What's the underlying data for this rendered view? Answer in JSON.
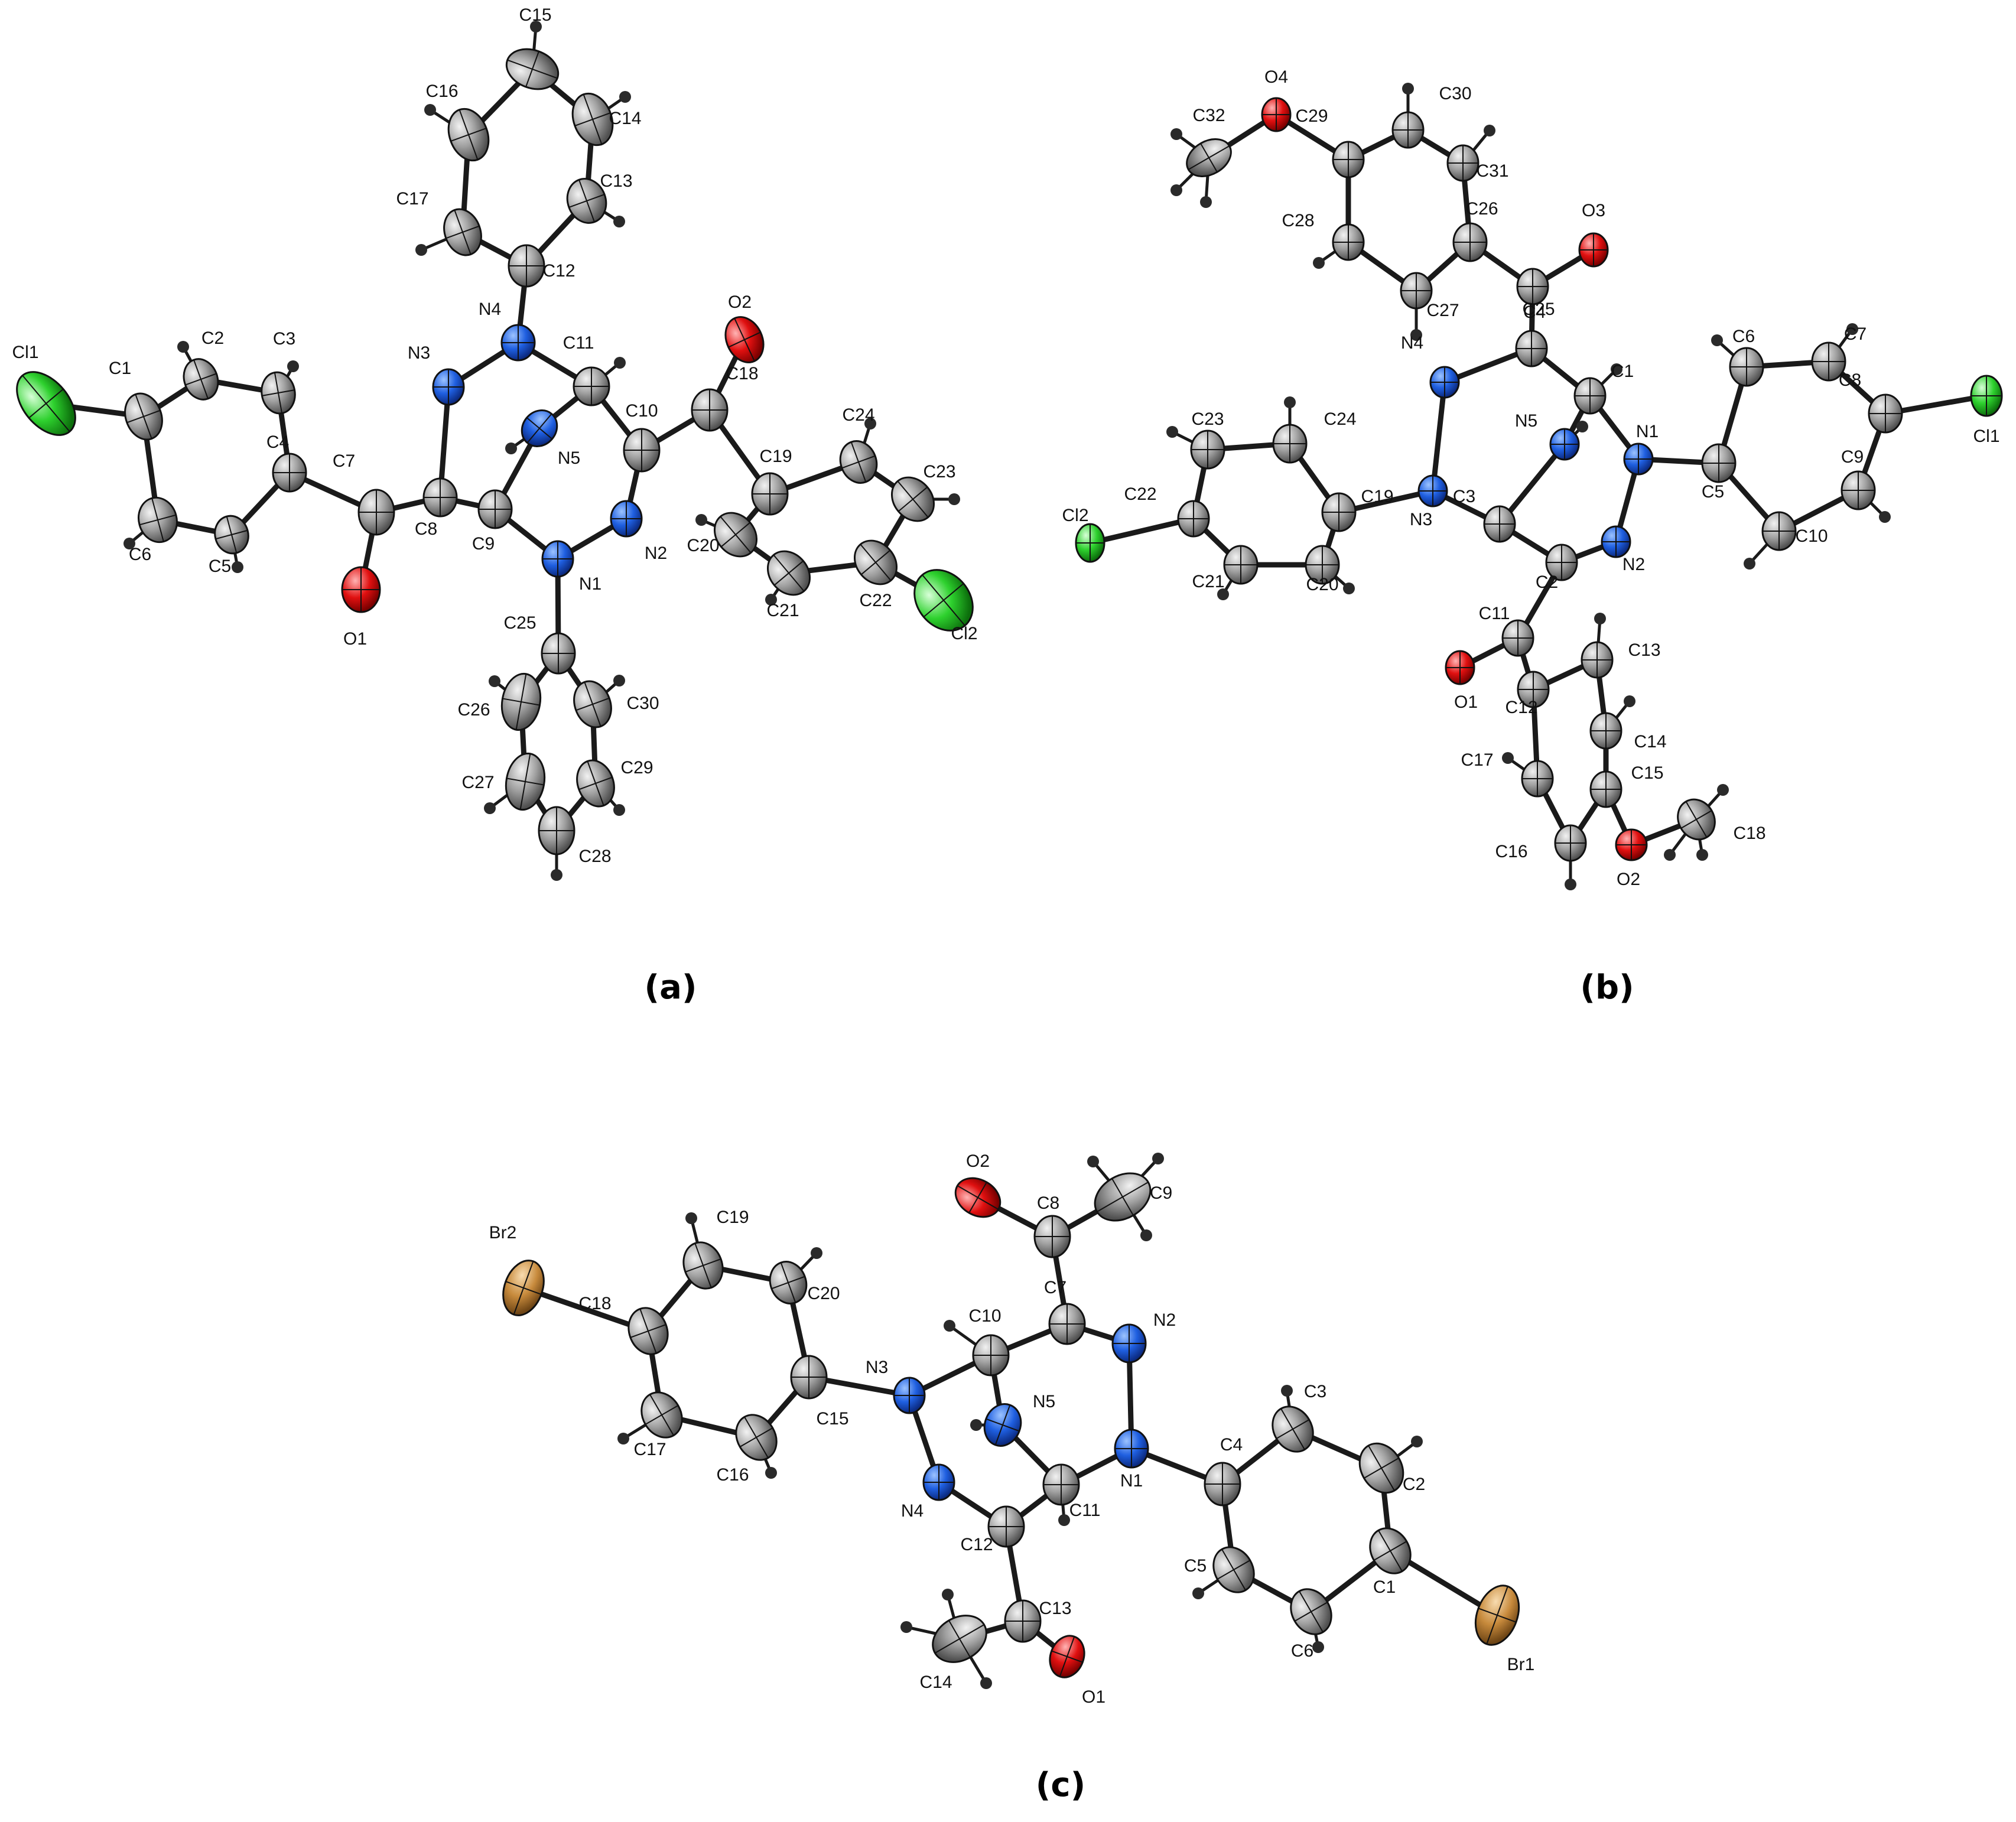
{
  "panels": [
    {
      "caption": "(a)",
      "atoms": [
        {
          "label": "Cl1",
          "el": "Cl"
        },
        {
          "label": "C1",
          "el": "C"
        },
        {
          "label": "C2",
          "el": "C"
        },
        {
          "label": "C3",
          "el": "C"
        },
        {
          "label": "C4",
          "el": "C"
        },
        {
          "label": "C5",
          "el": "C"
        },
        {
          "label": "C6",
          "el": "C"
        },
        {
          "label": "C7",
          "el": "C"
        },
        {
          "label": "O1",
          "el": "O"
        },
        {
          "label": "C8",
          "el": "C"
        },
        {
          "label": "N3",
          "el": "N"
        },
        {
          "label": "N4",
          "el": "N"
        },
        {
          "label": "C12",
          "el": "C"
        },
        {
          "label": "C13",
          "el": "C"
        },
        {
          "label": "C14",
          "el": "C"
        },
        {
          "label": "C15",
          "el": "C"
        },
        {
          "label": "C16",
          "el": "C"
        },
        {
          "label": "C17",
          "el": "C"
        },
        {
          "label": "C11",
          "el": "C"
        },
        {
          "label": "N5",
          "el": "N"
        },
        {
          "label": "C9",
          "el": "C"
        },
        {
          "label": "N1",
          "el": "N"
        },
        {
          "label": "N2",
          "el": "N"
        },
        {
          "label": "C10",
          "el": "C"
        },
        {
          "label": "C18",
          "el": "C"
        },
        {
          "label": "O2",
          "el": "O"
        },
        {
          "label": "C19",
          "el": "C"
        },
        {
          "label": "C20",
          "el": "C"
        },
        {
          "label": "C21",
          "el": "C"
        },
        {
          "label": "C22",
          "el": "C"
        },
        {
          "label": "C23",
          "el": "C"
        },
        {
          "label": "C24",
          "el": "C"
        },
        {
          "label": "Cl2",
          "el": "Cl"
        },
        {
          "label": "C25",
          "el": "C"
        },
        {
          "label": "C26",
          "el": "C"
        },
        {
          "label": "C27",
          "el": "C"
        },
        {
          "label": "C28",
          "el": "C"
        },
        {
          "label": "C29",
          "el": "C"
        },
        {
          "label": "C30",
          "el": "C"
        }
      ]
    },
    {
      "caption": "(b)",
      "atoms": [
        {
          "label": "O4",
          "el": "O"
        },
        {
          "label": "C32",
          "el": "C"
        },
        {
          "label": "C29",
          "el": "C"
        },
        {
          "label": "C30",
          "el": "C"
        },
        {
          "label": "C31",
          "el": "C"
        },
        {
          "label": "C26",
          "el": "C"
        },
        {
          "label": "C27",
          "el": "C"
        },
        {
          "label": "C28",
          "el": "C"
        },
        {
          "label": "O3",
          "el": "O"
        },
        {
          "label": "C25",
          "el": "C"
        },
        {
          "label": "C4",
          "el": "C"
        },
        {
          "label": "N4",
          "el": "N"
        },
        {
          "label": "C1",
          "el": "C"
        },
        {
          "label": "N5",
          "el": "N"
        },
        {
          "label": "N1",
          "el": "N"
        },
        {
          "label": "N3",
          "el": "N"
        },
        {
          "label": "C3",
          "el": "C"
        },
        {
          "label": "C2",
          "el": "C"
        },
        {
          "label": "N2",
          "el": "N"
        },
        {
          "label": "C5",
          "el": "C"
        },
        {
          "label": "C6",
          "el": "C"
        },
        {
          "label": "C7",
          "el": "C"
        },
        {
          "label": "C8",
          "el": "C"
        },
        {
          "label": "Cl1",
          "el": "Cl"
        },
        {
          "label": "C9",
          "el": "C"
        },
        {
          "label": "C10",
          "el": "C"
        },
        {
          "label": "C19",
          "el": "C"
        },
        {
          "label": "C24",
          "el": "C"
        },
        {
          "label": "C23",
          "el": "C"
        },
        {
          "label": "C22",
          "el": "C"
        },
        {
          "label": "Cl2",
          "el": "Cl"
        },
        {
          "label": "C21",
          "el": "C"
        },
        {
          "label": "C20",
          "el": "C"
        },
        {
          "label": "C11",
          "el": "C"
        },
        {
          "label": "O1",
          "el": "O"
        },
        {
          "label": "C12",
          "el": "C"
        },
        {
          "label": "C13",
          "el": "C"
        },
        {
          "label": "C14",
          "el": "C"
        },
        {
          "label": "C15",
          "el": "C"
        },
        {
          "label": "C16",
          "el": "C"
        },
        {
          "label": "C17",
          "el": "C"
        },
        {
          "label": "O2",
          "el": "O"
        },
        {
          "label": "C18",
          "el": "C"
        }
      ]
    },
    {
      "caption": "(c)",
      "atoms": [
        {
          "label": "Br2",
          "el": "Br"
        },
        {
          "label": "C18",
          "el": "C"
        },
        {
          "label": "C19",
          "el": "C"
        },
        {
          "label": "C20",
          "el": "C"
        },
        {
          "label": "C15",
          "el": "C"
        },
        {
          "label": "C16",
          "el": "C"
        },
        {
          "label": "C17",
          "el": "C"
        },
        {
          "label": "N3",
          "el": "N"
        },
        {
          "label": "C10",
          "el": "C"
        },
        {
          "label": "N4",
          "el": "N"
        },
        {
          "label": "C12",
          "el": "C"
        },
        {
          "label": "C11",
          "el": "C"
        },
        {
          "label": "N5",
          "el": "N"
        },
        {
          "label": "C7",
          "el": "C"
        },
        {
          "label": "N2",
          "el": "N"
        },
        {
          "label": "N1",
          "el": "N"
        },
        {
          "label": "C8",
          "el": "C"
        },
        {
          "label": "O2",
          "el": "O"
        },
        {
          "label": "C9",
          "el": "C"
        },
        {
          "label": "C13",
          "el": "C"
        },
        {
          "label": "O1",
          "el": "O"
        },
        {
          "label": "C14",
          "el": "C"
        },
        {
          "label": "C4",
          "el": "C"
        },
        {
          "label": "C3",
          "el": "C"
        },
        {
          "label": "C2",
          "el": "C"
        },
        {
          "label": "C1",
          "el": "C"
        },
        {
          "label": "Br1",
          "el": "Br"
        },
        {
          "label": "C6",
          "el": "C"
        },
        {
          "label": "C5",
          "el": "C"
        }
      ]
    }
  ],
  "element_colors": {
    "C": "#8a8a8a",
    "N": "#1f5fe0",
    "O": "#e01010",
    "Cl": "#2ed12e",
    "Br": "#c78a3c",
    "H": "#2a2a2a"
  },
  "bond_color": "#1a1a1a"
}
